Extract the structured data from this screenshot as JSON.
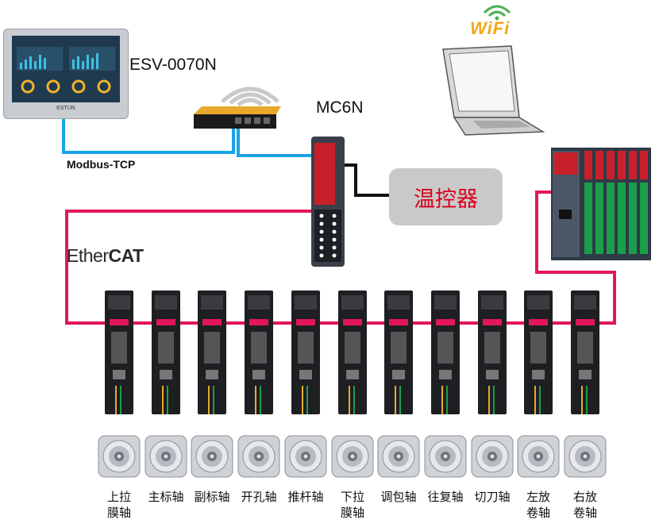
{
  "hmi": {
    "label": "ESV-0070N",
    "brand": "ESTUN"
  },
  "controller": {
    "label": "MC6N"
  },
  "network": {
    "modbus_label": "Modbus-TCP",
    "ethercat_prefix": "Ether",
    "ethercat_suffix": "CAT",
    "wifi_label": "WiFi"
  },
  "temp_controller": {
    "label": "温控器"
  },
  "axes": [
    {
      "label": "上拉\n膜轴"
    },
    {
      "label": "主标轴"
    },
    {
      "label": "副标轴"
    },
    {
      "label": "开孔轴"
    },
    {
      "label": "推杆轴"
    },
    {
      "label": "下拉\n膜轴"
    },
    {
      "label": "调包轴"
    },
    {
      "label": "往复轴"
    },
    {
      "label": "切刀轴"
    },
    {
      "label": "左放\n卷轴"
    },
    {
      "label": "右放\n卷轴"
    }
  ],
  "colors": {
    "ethercat_line": "#e3165b",
    "modbus_line": "#1aa3e6",
    "temp_line": "#111111",
    "wifi": "#f2a818"
  },
  "icons": {
    "wifi": "wifi-icon",
    "router": "router-icon",
    "laptop": "laptop-icon",
    "hmi": "hmi-panel-icon",
    "plc": "plc-icon",
    "io": "io-rack-icon",
    "drive": "servo-drive-icon",
    "motor": "servo-motor-icon"
  }
}
